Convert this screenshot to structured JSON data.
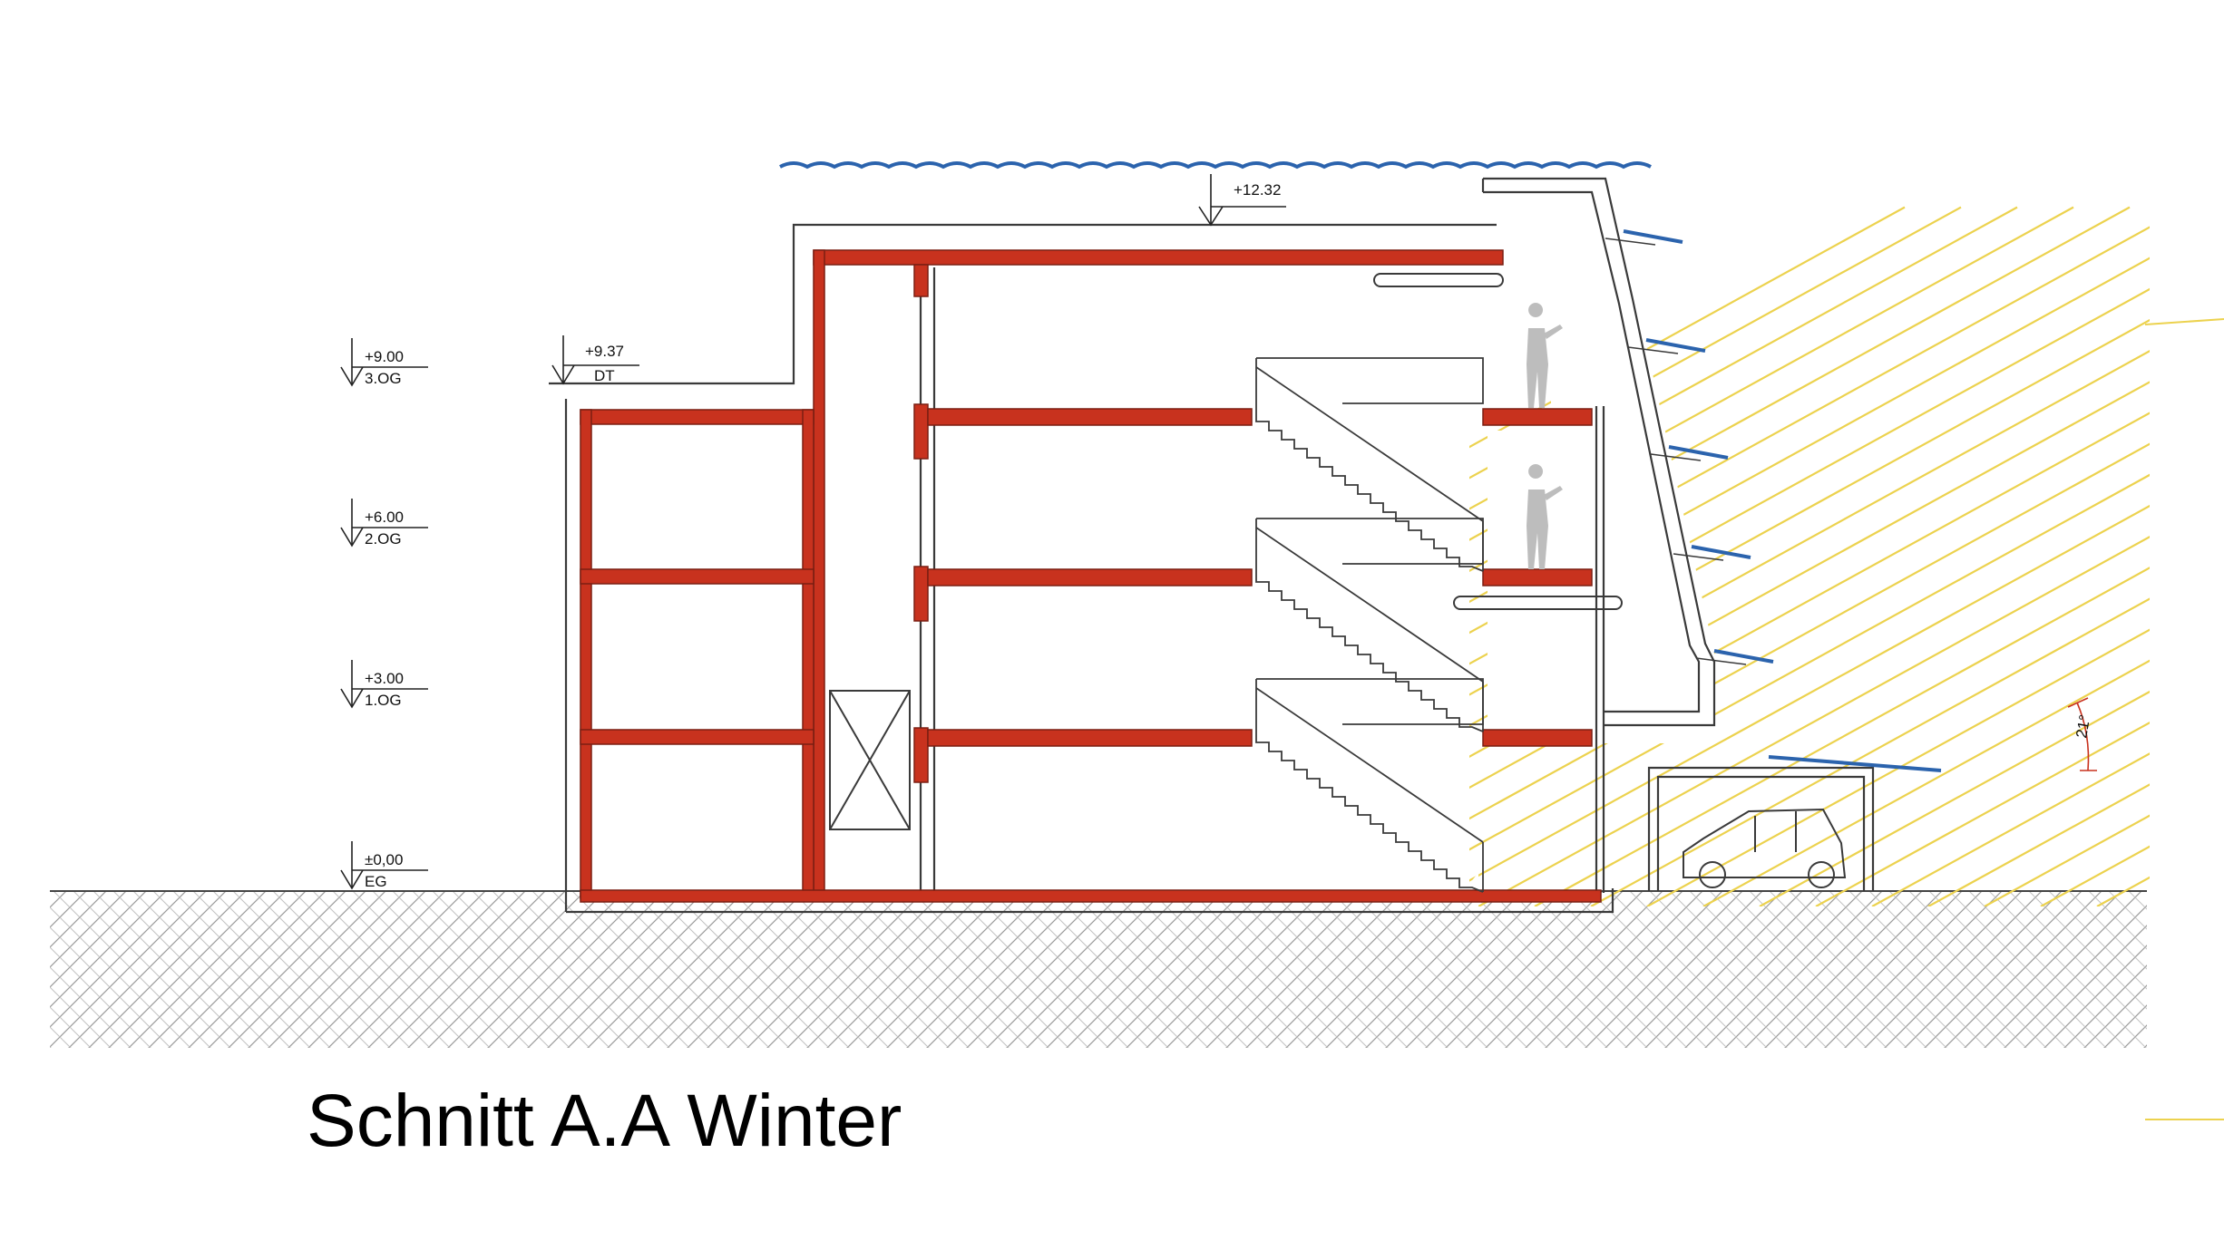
{
  "title": "Schnitt A.A Winter",
  "levels": [
    {
      "elevation": "+9.00",
      "name": "3.OG"
    },
    {
      "elevation": "+6.00",
      "name": "2.OG"
    },
    {
      "elevation": "+3.00",
      "name": "1.OG"
    },
    {
      "elevation": "±0,00",
      "name": "EG"
    }
  ],
  "markers": {
    "roof_top": {
      "elevation": "+12.32"
    },
    "dt": {
      "elevation": "+9.37",
      "name": "DT"
    }
  },
  "sun_angle": "21°",
  "colors": {
    "structure": "#c8321e",
    "sun_rays": "#ecd24e",
    "water_sky": "#2b63ad",
    "louvre": "#2b63ad",
    "line": "#3a3a3a"
  }
}
